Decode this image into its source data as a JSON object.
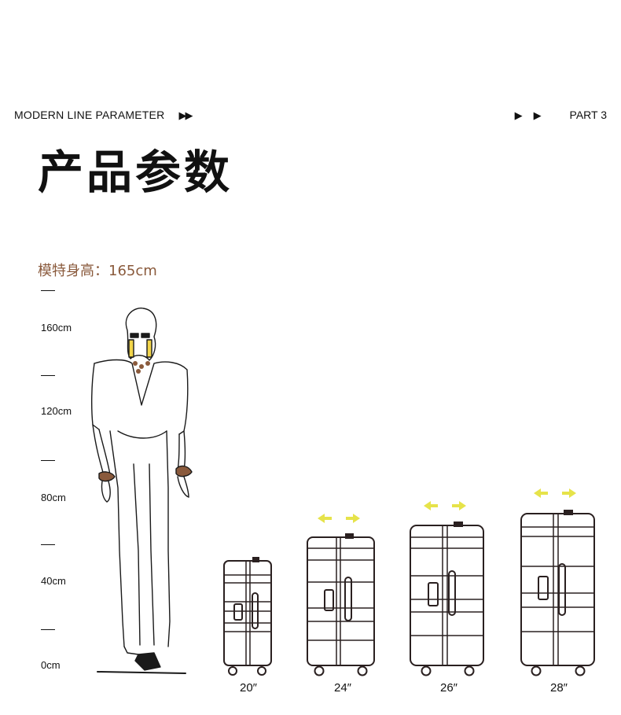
{
  "header": {
    "left_label": "MODERN LINE PARAMETER",
    "left_arrows": "▶▶",
    "right_arrows": "▶▶",
    "right_label": "PART 3"
  },
  "title": "产品参数",
  "model_height": "模特身高：165cm",
  "scale": {
    "labels": [
      "160cm",
      "120cm",
      "80cm",
      "40cm",
      "0cm"
    ]
  },
  "sizes": [
    "20″",
    "24″",
    "26″",
    "28″"
  ],
  "colors": {
    "accent_brown": "#8a5a3c",
    "arrow_yellow": "#e6e34a",
    "line": "#2a2020"
  }
}
